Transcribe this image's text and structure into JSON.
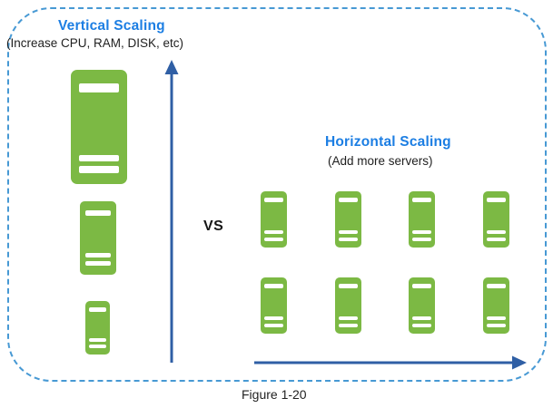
{
  "figure": {
    "caption": "Figure 1-20",
    "vs_label": "VS"
  },
  "vertical_section": {
    "title": "Vertical Scaling",
    "subtitle": "(Increase CPU, RAM, DISK, etc)",
    "server_count": 3
  },
  "horizontal_section": {
    "title": "Horizontal Scaling",
    "subtitle": "(Add more servers)",
    "server_count": 8
  },
  "icons": {
    "server": "server-icon",
    "up_arrow": "up-arrow-icon",
    "right_arrow": "right-arrow-icon"
  },
  "colors": {
    "server_green": "#7cb944",
    "heading_blue": "#1c7ee3",
    "arrow_blue": "#2f5fa5",
    "border_blue": "#4799d4",
    "text_dark": "#1f1f1f",
    "background": "#ffffff"
  }
}
